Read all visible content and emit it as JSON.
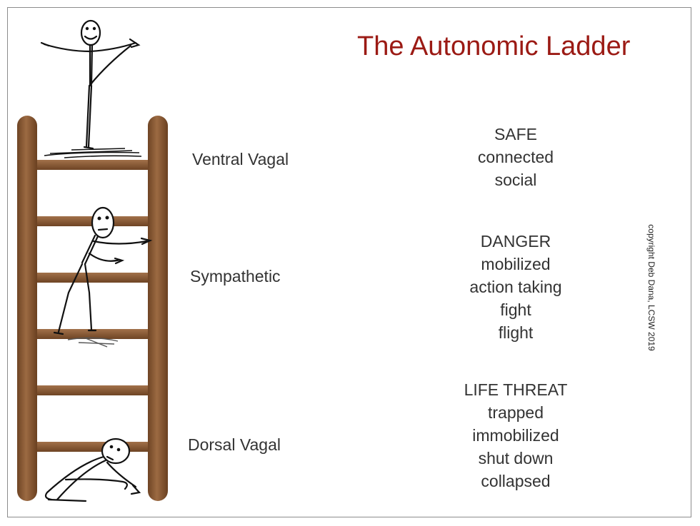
{
  "title": "The Autonomic Ladder",
  "levels": [
    {
      "label": "Ventral Vagal",
      "states": [
        "SAFE",
        "connected",
        "social"
      ]
    },
    {
      "label": "Sympathetic",
      "states": [
        "DANGER",
        "mobilized",
        "action taking",
        "fight",
        "flight"
      ]
    },
    {
      "label": "Dorsal Vagal",
      "states": [
        "LIFE THREAT",
        "trapped",
        "immobilized",
        "shut down",
        "collapsed"
      ]
    }
  ],
  "copyright": "copyright Deb Dana, LCSW 2019",
  "colors": {
    "title": "#9b1a14",
    "ladder": "#8a5a35",
    "text": "#333333"
  }
}
